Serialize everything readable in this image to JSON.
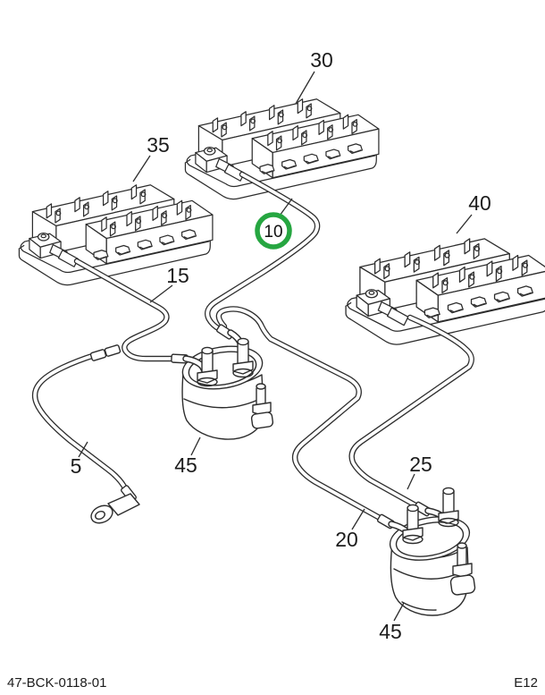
{
  "document_type": "parts-diagram",
  "footer": {
    "document_number": "47-BCK-0118-01",
    "page_code": "E12"
  },
  "colors": {
    "background": "#ffffff",
    "line": "#2d2d2d",
    "text": "#1c1c1c",
    "highlight_circle_green": "#26a641"
  },
  "callouts": {
    "c30": {
      "label": "30"
    },
    "c35": {
      "label": "35"
    },
    "c40": {
      "label": "40"
    },
    "c10": {
      "label": "10",
      "highlighted": true
    },
    "c15": {
      "label": "15"
    },
    "c5": {
      "label": "5"
    },
    "c45a": {
      "label": "45"
    },
    "c20": {
      "label": "20"
    },
    "c25": {
      "label": "25"
    },
    "c45b": {
      "label": "45"
    }
  }
}
